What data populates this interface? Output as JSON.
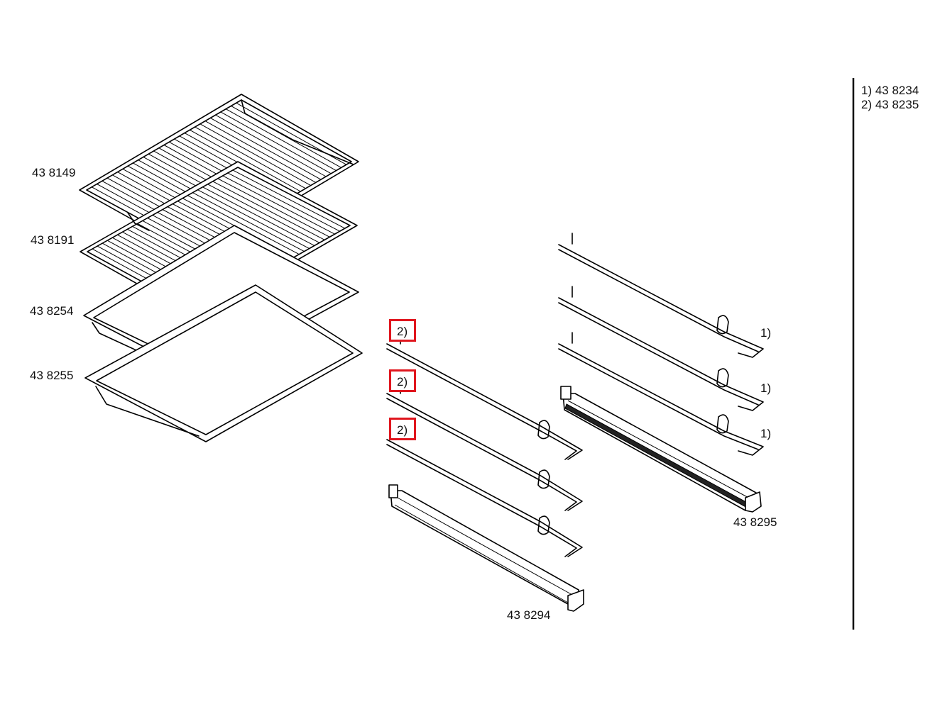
{
  "labels": {
    "rack_top": "43 8149",
    "rack_second": "43 8191",
    "tray_shallow": "43 8254",
    "tray_deep": "43 8255",
    "slide_rail_left": "43 8294",
    "slide_rail_right": "43 8295"
  },
  "markers": {
    "note_2_a": "2)",
    "note_2_b": "2)",
    "note_2_c": "2)",
    "note_1_a": "1)",
    "note_1_b": "1)",
    "note_1_c": "1)"
  },
  "legend": {
    "line1": "1)  43 8234",
    "line2": "2)  43 8235"
  },
  "colors": {
    "highlight": "#e0161e",
    "ink": "#000000"
  }
}
